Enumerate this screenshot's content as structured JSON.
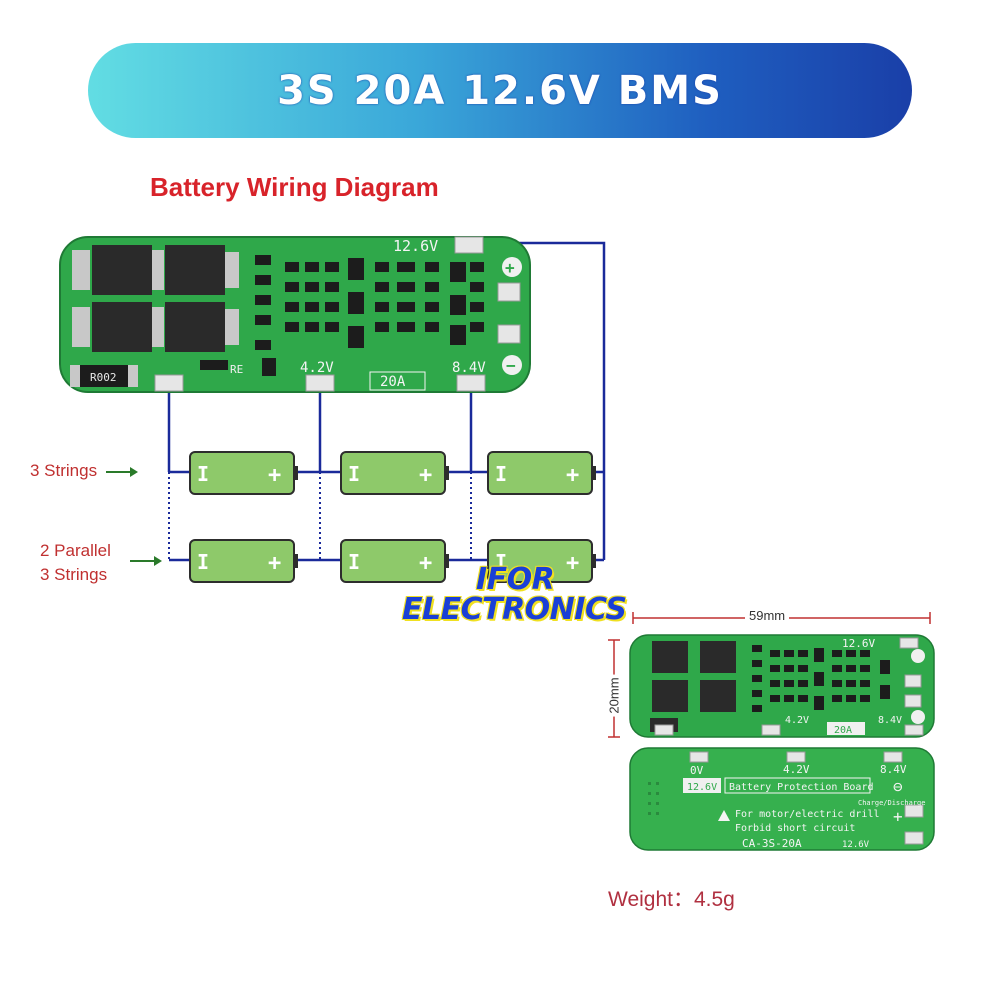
{
  "banner": {
    "title": "3S 20A 12.6V BMS"
  },
  "wiring": {
    "title": "Battery Wiring Diagram"
  },
  "labels": {
    "three_strings": "3 Strings",
    "parallel_line1": "2 Parallel",
    "parallel_line2": "3 Strings"
  },
  "board_large": {
    "voltage_top": "12.6V",
    "voltage_mid": "4.2V",
    "voltage_right": "8.4V",
    "current": "20A",
    "resistor": "R002",
    "re": "RE",
    "plus": "+",
    "minus": "−"
  },
  "cell": {
    "minus": "I",
    "plus": "+"
  },
  "watermark": {
    "line1": "IFOR",
    "line2": "ELECTRONICS"
  },
  "dimensions": {
    "width": "59mm",
    "height": "20mm"
  },
  "board_front": {
    "voltage_top": "12.6V",
    "voltage_mid": "4.2V",
    "voltage_right": "8.4V",
    "current": "20A"
  },
  "board_back": {
    "zero": "0V",
    "mid": "4.2V",
    "right": "8.4V",
    "v_label": "12.6V",
    "title": "Battery Protection Board",
    "charge": "Charge/Discharge",
    "warning1": "For motor/electric drill",
    "warning2": "Forbid short circuit",
    "model": "CA-3S-20A",
    "model_v": "12.6V"
  },
  "weight": "Weight：4.5g",
  "colors": {
    "board": "#2fa84a",
    "wire": "#1a2a9a",
    "cell": "#8ec96a",
    "title_red": "#d8232a"
  }
}
